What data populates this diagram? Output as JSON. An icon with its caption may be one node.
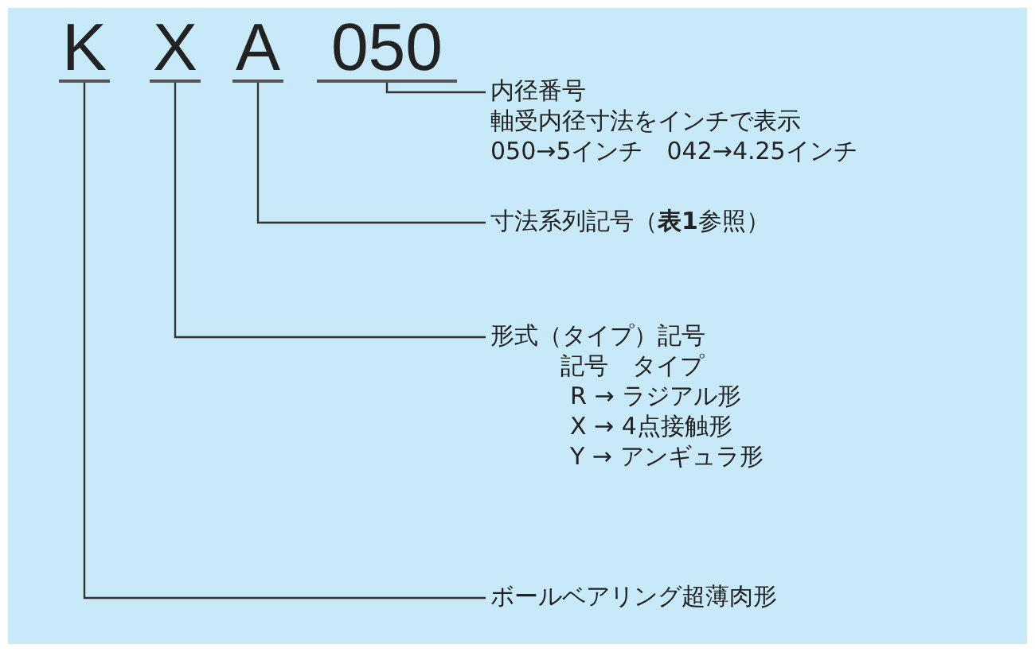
{
  "diagram": {
    "nodes": [
      {
        "text": [
          "K"
        ]
      },
      {
        "text": [
          "X"
        ]
      },
      {
        "text": [
          "A"
        ]
      },
      {
        "text": [
          "050"
        ]
      },
      {
        "text": [
          "内径番号",
          "軸受内径寸法をインチで表示",
          "050→5インチ　042→4.25インチ"
        ]
      },
      {
        "text": [
          "寸法系列記号（**表1**参照）"
        ]
      },
      {
        "text": [
          "形式（タイプ）記号",
          "記号　タイプ",
          "R → ラジアル形",
          "X → 4点接触形",
          "Y → アンギュラ形"
        ]
      },
      {
        "text": [
          "ボールベアリング超薄肉形"
        ]
      }
    ],
    "edges": [
      {
        "from": 3,
        "to": 4,
        "arrow": "none"
      },
      {
        "from": 2,
        "to": 5,
        "arrow": "none"
      },
      {
        "from": 1,
        "to": 6,
        "arrow": "none"
      },
      {
        "from": 0,
        "to": 7,
        "arrow": "none"
      }
    ]
  }
}
